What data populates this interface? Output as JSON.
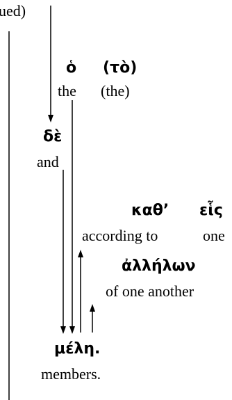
{
  "header_fragment": "ued)",
  "words": [
    {
      "id": "ho",
      "greek": "ὁ",
      "english": "the"
    },
    {
      "id": "to",
      "greek": "(τὸ)",
      "english": "(the)"
    },
    {
      "id": "de",
      "greek": "δὲ",
      "english": "and"
    },
    {
      "id": "kath",
      "greek": "καθ’",
      "english": "according to"
    },
    {
      "id": "heis",
      "greek": "εἷς",
      "english": "one"
    },
    {
      "id": "allelon",
      "greek": "ἀλλήλων",
      "english": "of one another"
    },
    {
      "id": "mele",
      "greek": "μέλη.",
      "english": "members."
    }
  ]
}
